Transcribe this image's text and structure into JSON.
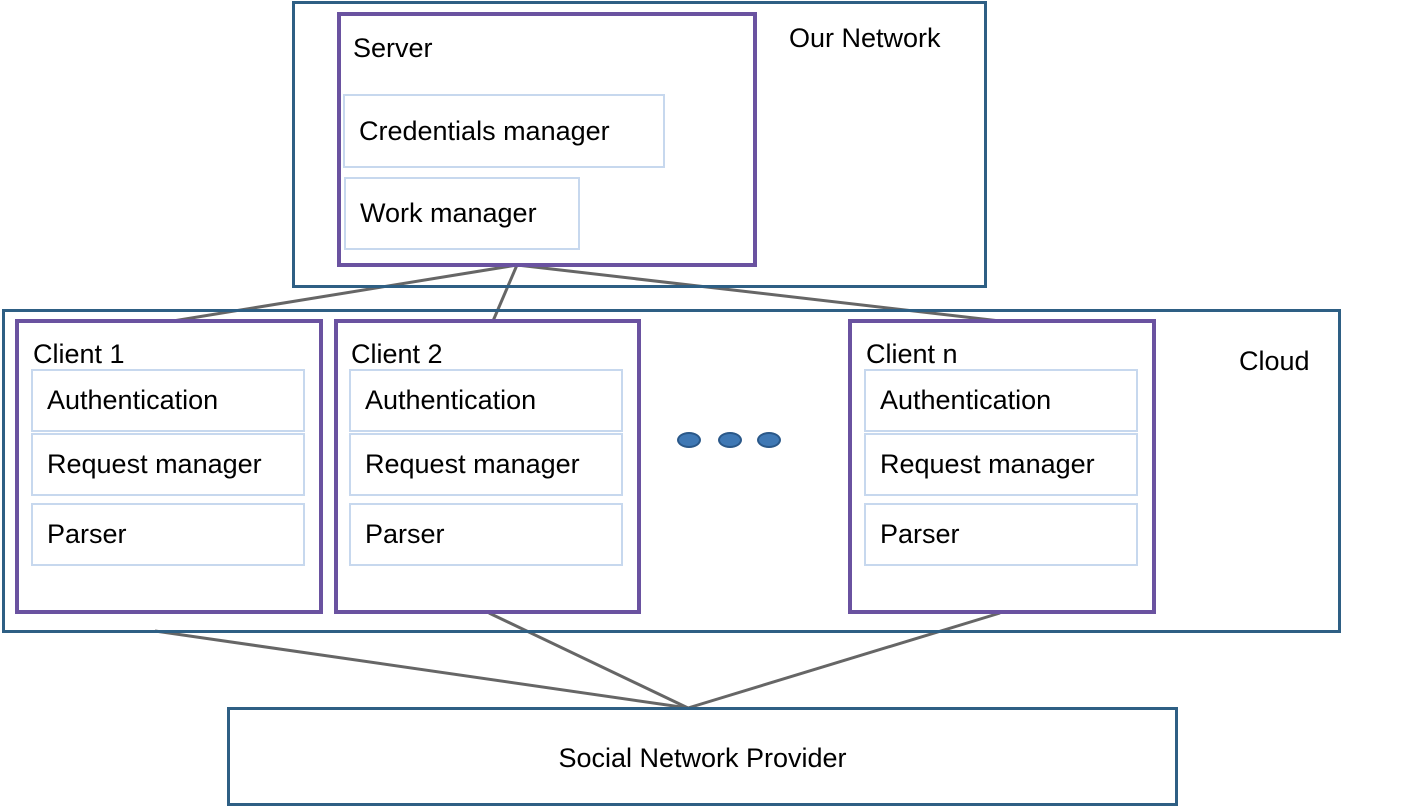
{
  "our_network": {
    "label": "Our Network"
  },
  "server": {
    "title": "Server",
    "components": [
      "Credentials manager",
      "Work manager"
    ]
  },
  "cloud": {
    "label": "Cloud",
    "clients": [
      {
        "title": "Client 1",
        "components": [
          "Authentication",
          "Request manager",
          "Parser"
        ]
      },
      {
        "title": "Client 2",
        "components": [
          "Authentication",
          "Request manager",
          "Parser"
        ]
      },
      {
        "title": "Client n",
        "components": [
          "Authentication",
          "Request manager",
          "Parser"
        ]
      }
    ],
    "ellipsis_dots": 3
  },
  "provider": {
    "label": "Social Network Provider"
  },
  "colors": {
    "group_border": "#2e5f84",
    "node_border": "#6a52a0",
    "component_border": "#c7d8ee",
    "connector": "#666666",
    "dot_fill": "#3f78b4"
  }
}
